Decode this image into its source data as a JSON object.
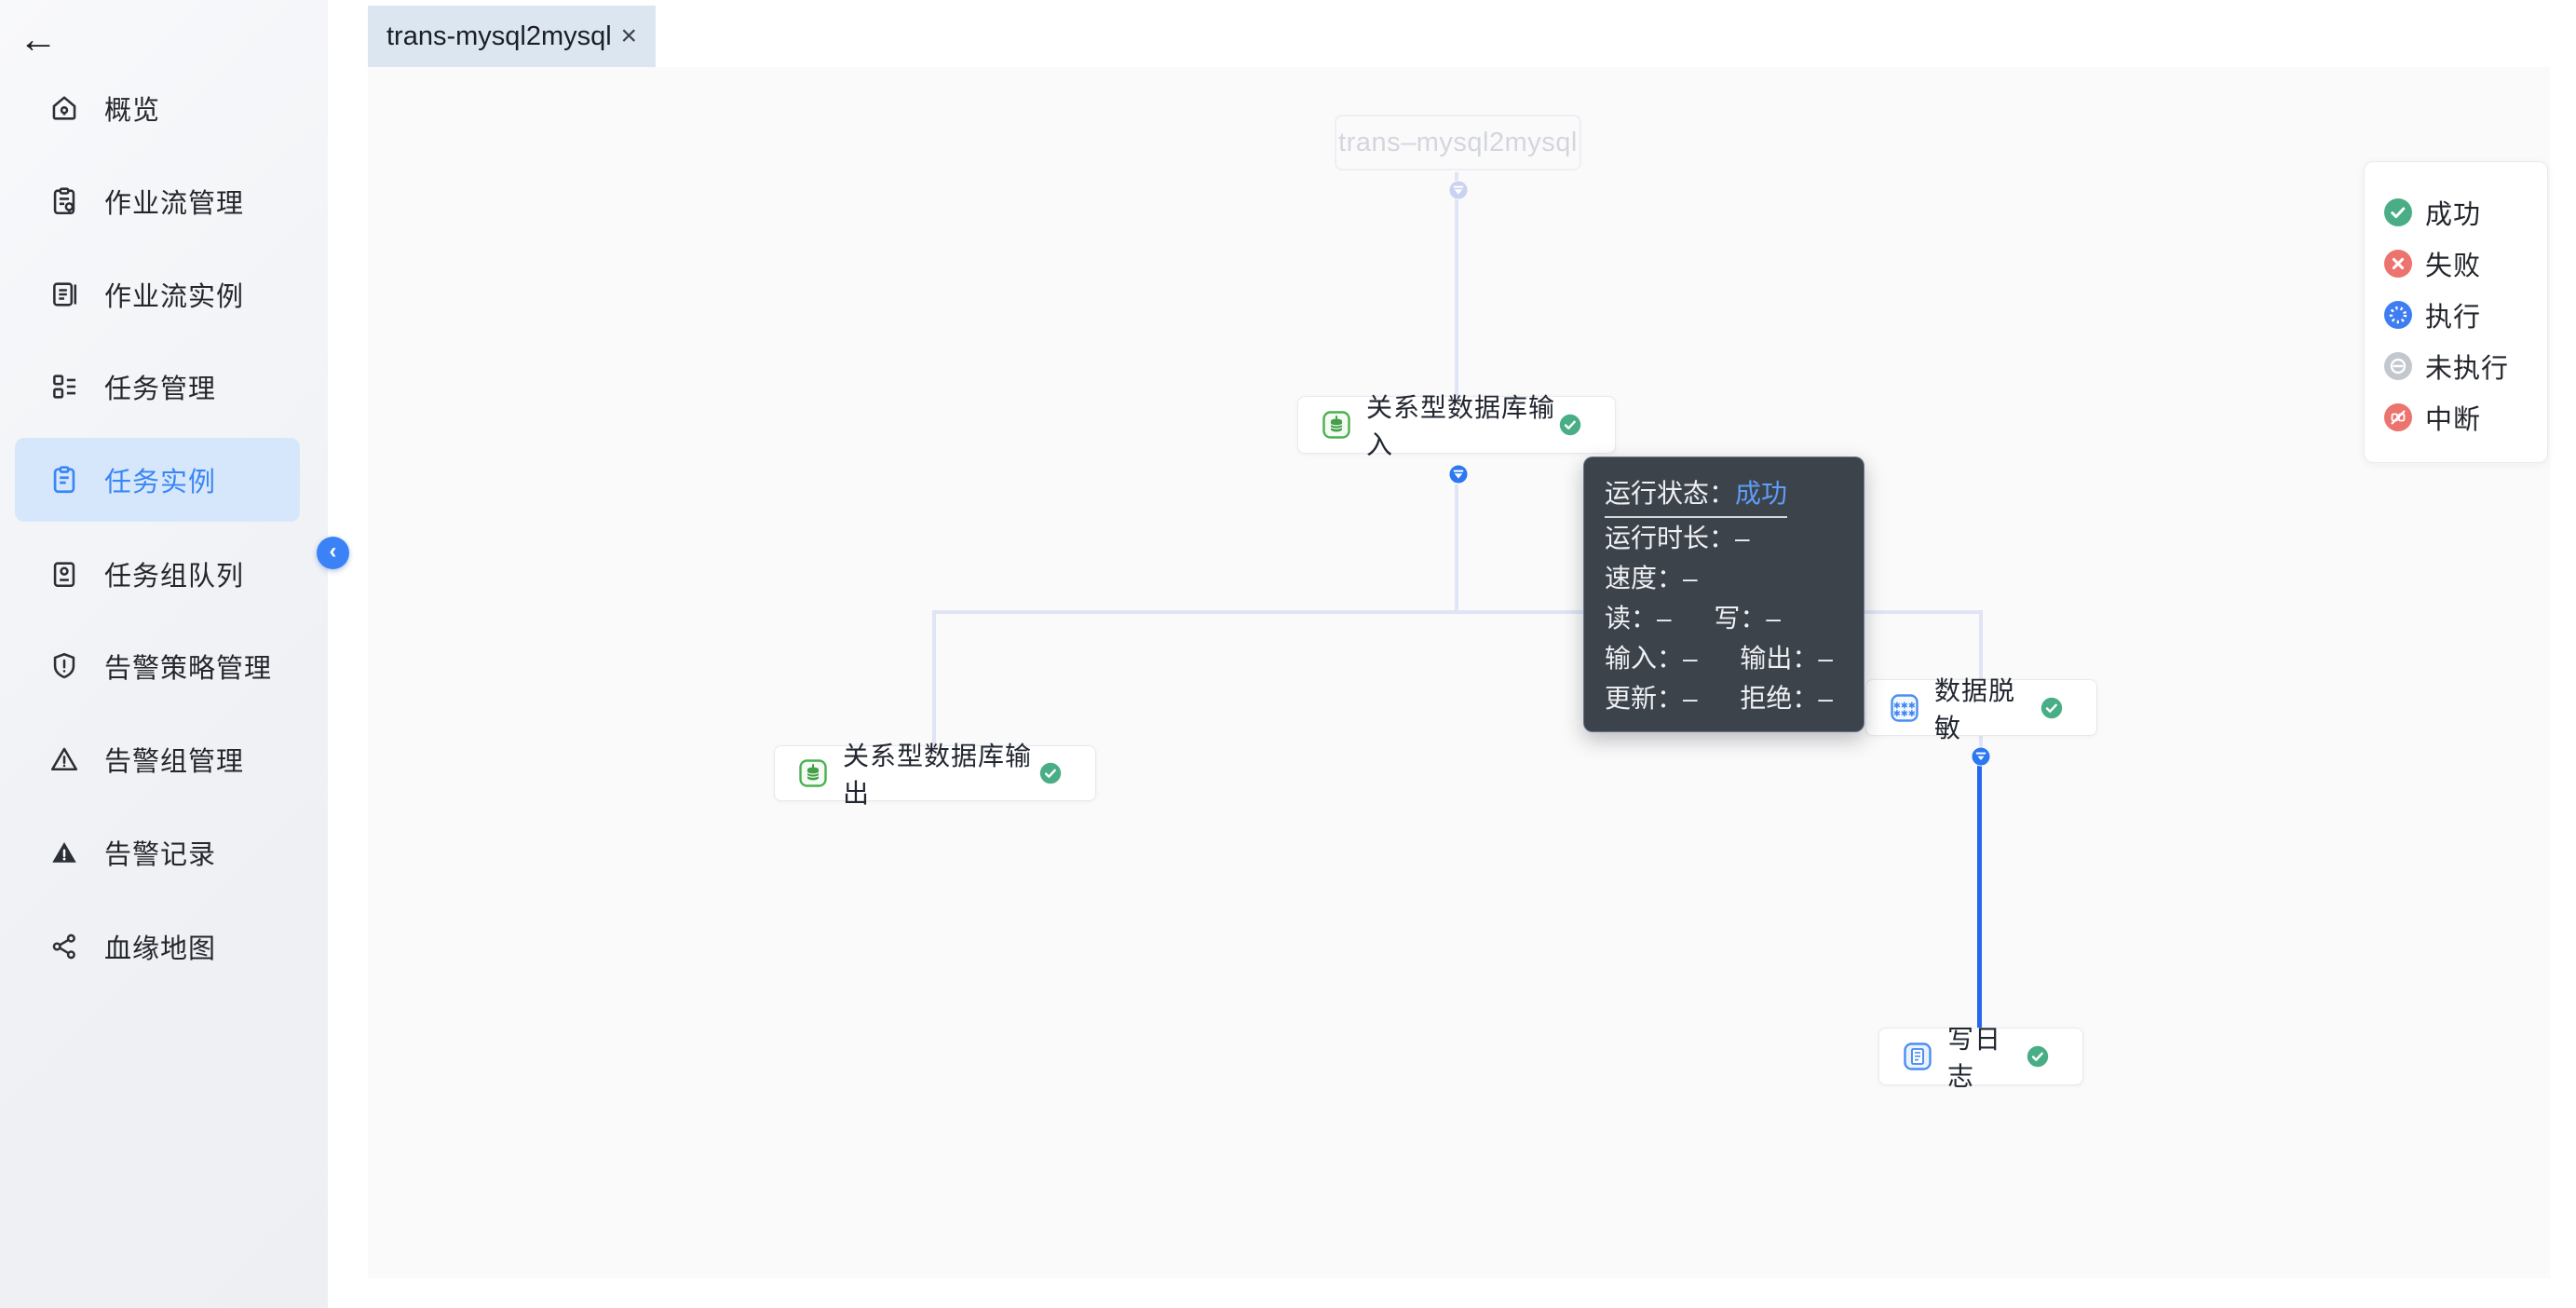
{
  "app": {
    "back_icon": "←"
  },
  "sidebar": {
    "collapse_icon": "‹",
    "items": [
      {
        "label": "概览",
        "icon": "home-icon",
        "active": false
      },
      {
        "label": "作业流管理",
        "icon": "workflow-manage-icon",
        "active": false
      },
      {
        "label": "作业流实例",
        "icon": "workflow-instance-icon",
        "active": false
      },
      {
        "label": "任务管理",
        "icon": "task-manage-icon",
        "active": false
      },
      {
        "label": "任务实例",
        "icon": "task-instance-icon",
        "active": true
      },
      {
        "label": "任务组队列",
        "icon": "task-queue-icon",
        "active": false
      },
      {
        "label": "告警策略管理",
        "icon": "alert-policy-icon",
        "active": false
      },
      {
        "label": "告警组管理",
        "icon": "alert-group-icon",
        "active": false
      },
      {
        "label": "告警记录",
        "icon": "alert-record-icon",
        "active": false
      },
      {
        "label": "血缘地图",
        "icon": "lineage-map-icon",
        "active": false
      }
    ]
  },
  "tabbar": {
    "tabs": [
      {
        "label": "trans-mysql2mysql",
        "close_icon": "×"
      }
    ]
  },
  "canvas": {
    "root": {
      "label": "trans–mysql2mysql"
    },
    "nodes": [
      {
        "id": "db-input",
        "label": "关系型数据库输入",
        "icon": "database-green-icon",
        "status": "success"
      },
      {
        "id": "db-output",
        "label": "关系型数据库输出",
        "icon": "database-green-icon",
        "status": "success"
      },
      {
        "id": "data-mask",
        "label": "数据脱敏",
        "icon": "mask-asterisks-icon",
        "status": "success"
      },
      {
        "id": "write-log",
        "label": "写日志",
        "icon": "log-document-icon",
        "status": "success"
      }
    ]
  },
  "tooltip": {
    "rows": [
      {
        "label": "运行状态：",
        "value": "成功"
      },
      {
        "label": "运行时长：",
        "value": "–"
      },
      {
        "label": "速度：",
        "value": "–"
      },
      {
        "pairs": [
          {
            "label": "读：",
            "value": "–"
          },
          {
            "label": "写：",
            "value": "–"
          }
        ]
      },
      {
        "pairs": [
          {
            "label": "输入：",
            "value": "–"
          },
          {
            "label": "输出：",
            "value": "–"
          }
        ]
      },
      {
        "pairs": [
          {
            "label": "更新：",
            "value": "–"
          },
          {
            "label": "拒绝：",
            "value": "–"
          }
        ]
      }
    ]
  },
  "legend": {
    "items": [
      {
        "label": "成功",
        "status": "success",
        "color": "#49ae85"
      },
      {
        "label": "失败",
        "status": "fail",
        "color": "#ec736e"
      },
      {
        "label": "执行",
        "status": "running",
        "color": "#3f7ef2"
      },
      {
        "label": "未执行",
        "status": "not-run",
        "color": "#c3c7ce"
      },
      {
        "label": "中断",
        "status": "interrupted",
        "color": "#ec736e"
      }
    ]
  },
  "colors": {
    "accent": "#3a86f5",
    "sidebar_active_bg": "#d7e7fb",
    "tab_bg": "#dce6f1",
    "canvas_bg": "#fafafa",
    "edge": "#dfe4f6",
    "edge_active": "#2767ec",
    "connector_blue": "#2b78f0",
    "connector_ghost": "#c9d2f0",
    "tooltip_bg": "#3d434b",
    "status_success": "#49ae85",
    "status_fail": "#ec736e",
    "status_running": "#3f7ef2",
    "status_not_run": "#c3c7ce"
  }
}
